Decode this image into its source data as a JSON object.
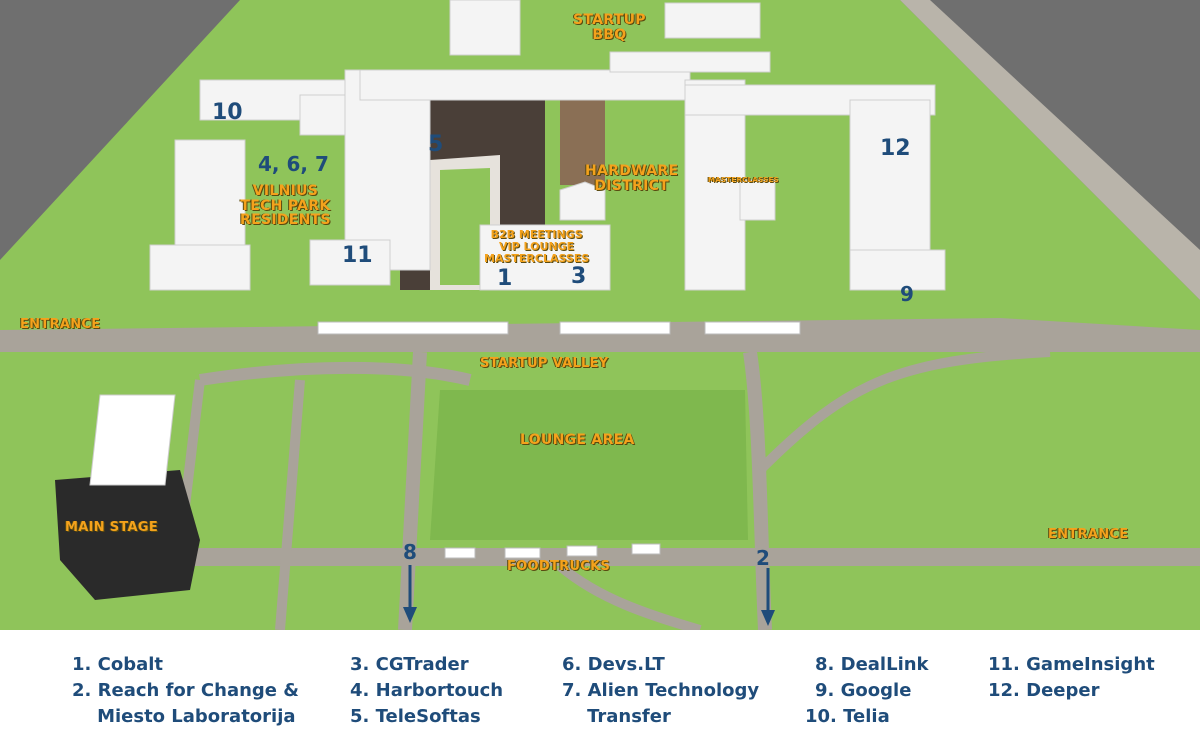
{
  "map": {
    "zones": {
      "startup_bbq": "STARTUP\nBBQ",
      "vilnius_tech_park": "VILNIUS\nTECH PARK\nRESIDENTS",
      "hardware_district": "HARDWARE\nDISTRICT",
      "masterclasses_small": "MASTERCLASSES",
      "b2b": "B2B MEETINGS\nVIP LOUNGE\nMASTERCLASSES",
      "entrance_left": "ENTRANCE",
      "entrance_right": "ENTRANCE",
      "startup_valley": "STARTUP VALLEY",
      "lounge_area": "LOUNGE AREA",
      "main_stage": "MAIN STAGE",
      "foodtrucks": "FOODTRUCKS"
    },
    "numbers": {
      "n10": "10",
      "n467": "4, 6, 7",
      "n5": "5",
      "n11": "11",
      "n1": "1",
      "n3": "3",
      "n12": "12",
      "n9": "9",
      "n8": "8",
      "n2": "2"
    },
    "colors": {
      "grass": "#8fc45a",
      "path": "#a9a39a",
      "building": "#f2f2f2",
      "label": "#f4a21c",
      "number": "#1f4c7a"
    }
  },
  "legend": {
    "col1": [
      "1. Cobalt",
      "2. Reach for Change &",
      "    Miesto Laboratorija"
    ],
    "col2": [
      "3. CGTrader",
      "4. Harbortouch",
      "5. TeleSoftas"
    ],
    "col3": [
      "6. Devs.LT",
      "7. Alien Technology",
      "    Transfer"
    ],
    "col4": [
      "8. DealLink",
      "9. Google",
      "10. Telia"
    ],
    "col5": [
      "11. GameInsight",
      "12. Deeper"
    ]
  }
}
